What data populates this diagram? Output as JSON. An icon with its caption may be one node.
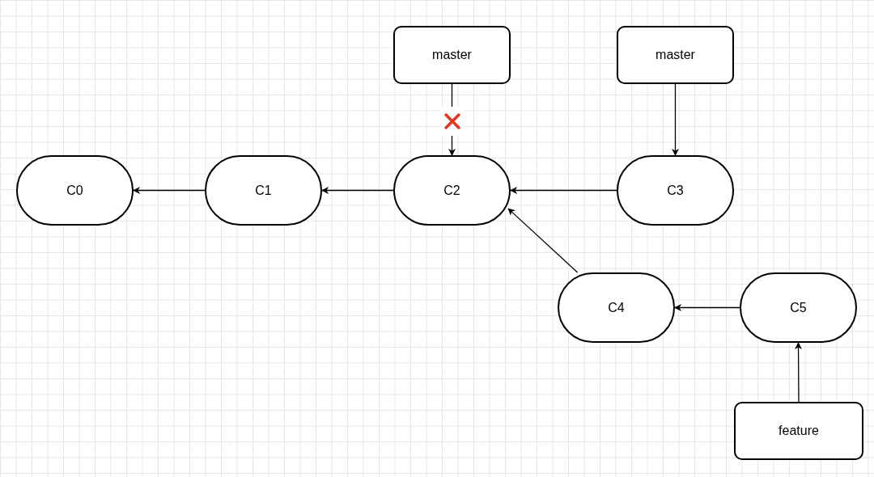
{
  "diagram": {
    "nodes": [
      {
        "text": [
          "master"
        ]
      },
      {
        "text": [
          "master"
        ]
      },
      {
        "text": [
          "C0"
        ]
      },
      {
        "text": [
          "C1"
        ]
      },
      {
        "text": [
          "C2"
        ]
      },
      {
        "text": [
          "C3"
        ]
      },
      {
        "text": [
          "C4"
        ]
      },
      {
        "text": [
          "C5"
        ]
      },
      {
        "text": [
          "feature"
        ]
      }
    ],
    "edges": [
      {
        "from": 0,
        "to": 4,
        "arrow": "to"
      },
      {
        "from": 1,
        "to": 5,
        "arrow": "to"
      },
      {
        "from": 3,
        "to": 2,
        "arrow": "to"
      },
      {
        "from": 4,
        "to": 3,
        "arrow": "to"
      },
      {
        "from": 5,
        "to": 4,
        "arrow": "to"
      },
      {
        "from": 6,
        "to": 4,
        "arrow": "to"
      },
      {
        "from": 7,
        "to": 6,
        "arrow": "to"
      },
      {
        "from": 8,
        "to": 7,
        "arrow": "to"
      }
    ]
  }
}
